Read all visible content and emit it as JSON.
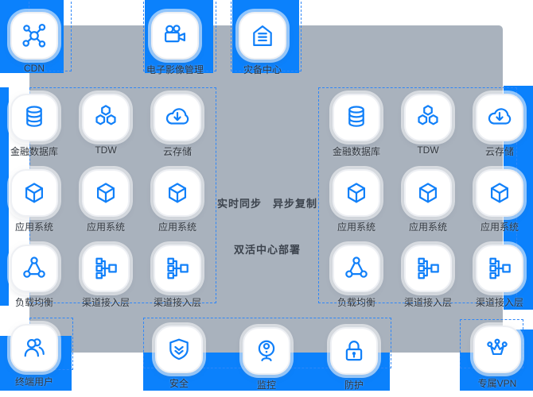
{
  "colors": {
    "accent": "#0b81fc",
    "panel_gray": "#a9b2bd",
    "icon_blue": "#1180f9",
    "label_text": "#2f353d"
  },
  "top_row": {
    "items": [
      {
        "label": "CDN",
        "icon": "ic-cdn"
      },
      {
        "label": "电子影像管理",
        "icon": "ic-camera"
      },
      {
        "label": "灾备中心",
        "icon": "ic-building"
      }
    ]
  },
  "left_group": {
    "items": [
      {
        "label": "金融数据库",
        "icon": "ic-db"
      },
      {
        "label": "TDW",
        "icon": "ic-tdw"
      },
      {
        "label": "云存储",
        "icon": "ic-cloud"
      },
      {
        "label": "应用系统",
        "icon": "ic-cube"
      },
      {
        "label": "应用系统",
        "icon": "ic-cube"
      },
      {
        "label": "应用系统",
        "icon": "ic-cube"
      },
      {
        "label": "负载均衡",
        "icon": "ic-lb"
      },
      {
        "label": "渠道接入层",
        "icon": "ic-tree"
      },
      {
        "label": "渠道接入层",
        "icon": "ic-tree"
      }
    ]
  },
  "right_group": {
    "items": [
      {
        "label": "金融数据库",
        "icon": "ic-db"
      },
      {
        "label": "TDW",
        "icon": "ic-tdw"
      },
      {
        "label": "云存储",
        "icon": "ic-cloud"
      },
      {
        "label": "应用系统",
        "icon": "ic-cube"
      },
      {
        "label": "应用系统",
        "icon": "ic-cube"
      },
      {
        "label": "应用系统",
        "icon": "ic-cube"
      },
      {
        "label": "负载均衡",
        "icon": "ic-lb"
      },
      {
        "label": "渠道接入层",
        "icon": "ic-tree"
      },
      {
        "label": "渠道接入层",
        "icon": "ic-tree"
      }
    ]
  },
  "center": {
    "line1": "实时同步　异步复制",
    "line2": "双活中心部署"
  },
  "bottom_row": {
    "items": [
      {
        "label": "终端用户",
        "icon": "ic-users"
      },
      {
        "label": "安全",
        "icon": "ic-shield"
      },
      {
        "label": "监控",
        "icon": "ic-webcam"
      },
      {
        "label": "防护",
        "icon": "ic-lock"
      },
      {
        "label": "专属VPN",
        "icon": "ic-crown"
      }
    ]
  }
}
